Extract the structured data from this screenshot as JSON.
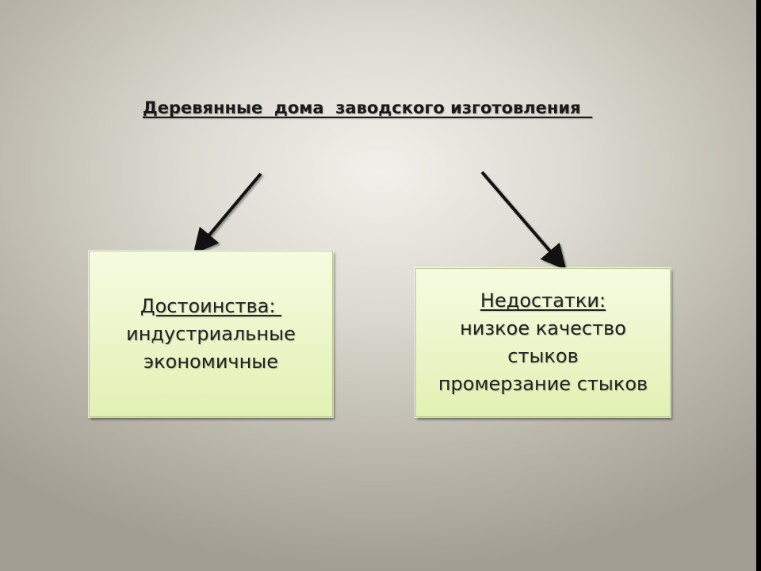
{
  "title": "Деревянные  дома  заводского изготовления  ",
  "advantages": {
    "heading": "Достоинства: ",
    "items": [
      "индустриальные",
      "экономичные"
    ]
  },
  "disadvantages": {
    "heading": "Недостатки:",
    "items": [
      "низкое качество",
      "стыков",
      "промерзание стыков"
    ]
  }
}
